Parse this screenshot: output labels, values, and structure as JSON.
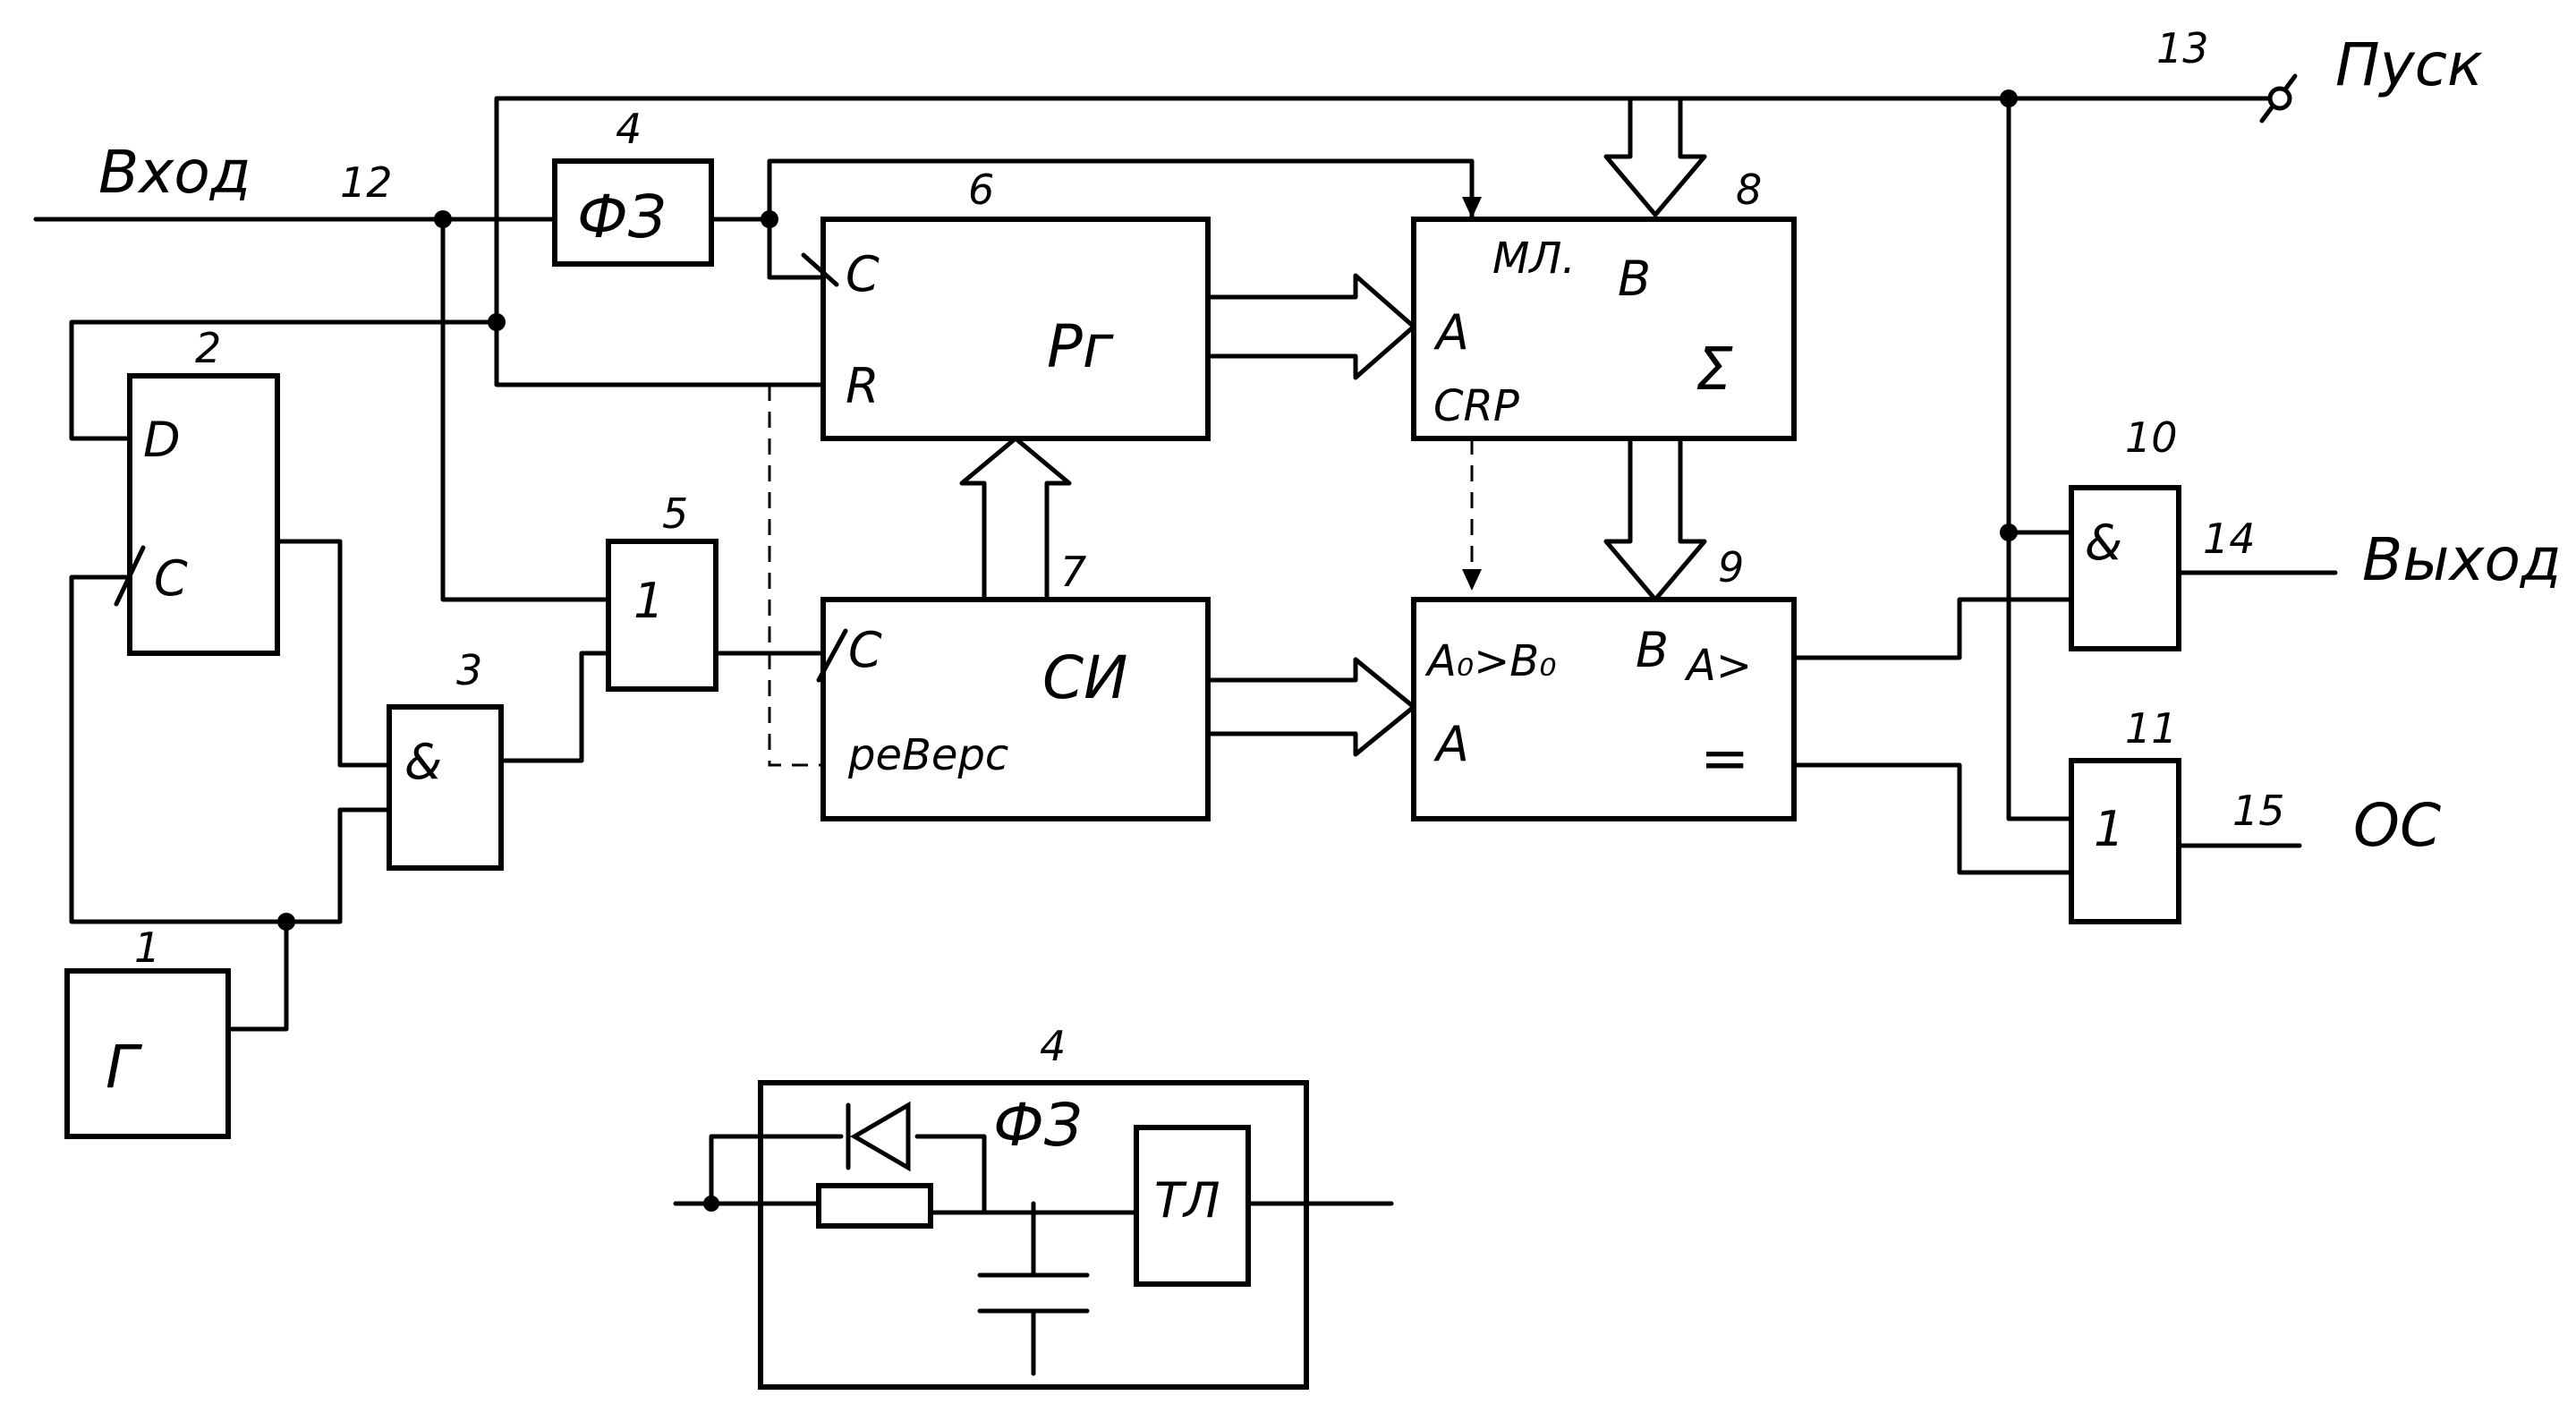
{
  "diagram": {
    "signals": {
      "input": "Вход",
      "start": "Пуск",
      "output": "Выход",
      "feedback": "ОС"
    },
    "node_numbers": {
      "input_node": "12",
      "start_node": "13",
      "output_node": "14",
      "feedback_node": "15"
    },
    "blocks": {
      "generator": {
        "number": "1",
        "label": "Г"
      },
      "d_trigger": {
        "number": "2",
        "pin_d": "D",
        "pin_c": "C"
      },
      "and_gate_3": {
        "number": "3",
        "label": "&"
      },
      "filter_4": {
        "number": "4",
        "label": "ФЗ"
      },
      "or_gate_5": {
        "number": "5",
        "label": "1"
      },
      "register_6": {
        "number": "6",
        "label": "Рг",
        "pin_c": "C",
        "pin_r": "R"
      },
      "counter_7": {
        "number": "7",
        "label": "СИ",
        "pin_c": "C",
        "pin_rev": "реВерс"
      },
      "adder_8": {
        "number": "8",
        "label": "Σ",
        "pin_ml": "МЛ.",
        "pin_b": "В",
        "pin_a": "А",
        "pin_crp": "СRP"
      },
      "comparator_9": {
        "number": "9",
        "pin_cmp": "А₀>В₀",
        "pin_b": "В",
        "pin_a": "А",
        "out_gt": "А>",
        "out_eq": "="
      },
      "and_gate_10": {
        "number": "10",
        "label": "&"
      },
      "or_gate_11": {
        "number": "11",
        "label": "1"
      }
    },
    "detail": {
      "number": "4",
      "label": "ФЗ",
      "tl_label": "ТЛ"
    }
  }
}
